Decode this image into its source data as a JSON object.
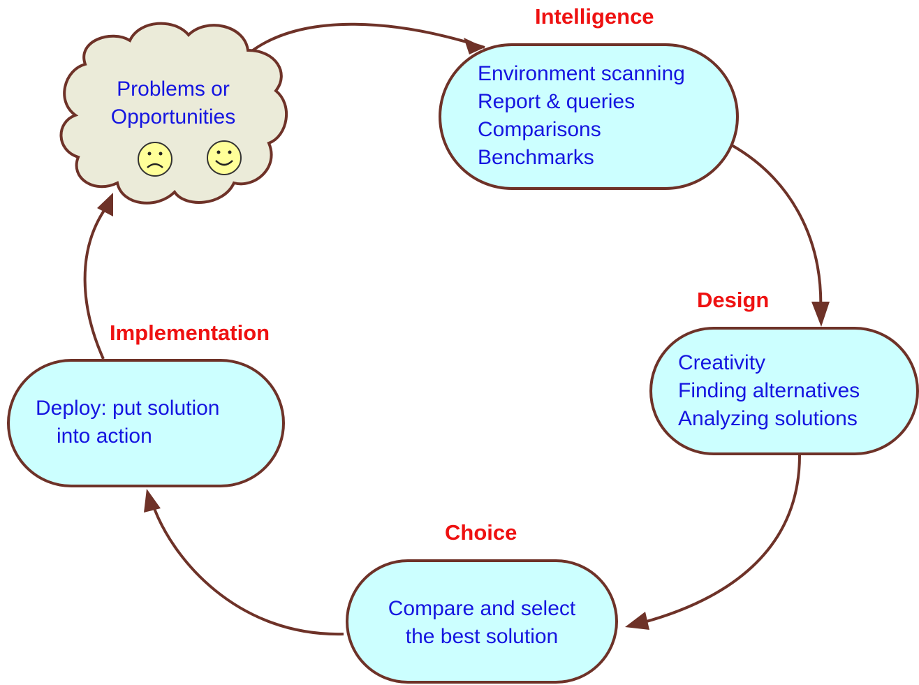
{
  "colors": {
    "title_red": "#ee1111",
    "text_blue": "#1515e0",
    "stage_fill": "#ccffff",
    "cloud_fill": "#ebebd9",
    "outline": "#6e3228",
    "arrow": "#6e3228",
    "face_fill": "#ffff99"
  },
  "cloud": {
    "line1": "Problems or",
    "line2": "Opportunities",
    "faces": [
      "frown-face-icon",
      "smile-face-icon"
    ]
  },
  "intelligence": {
    "title": "Intelligence",
    "items": [
      "Environment scanning",
      "Report & queries",
      "Comparisons",
      "Benchmarks"
    ]
  },
  "design": {
    "title": "Design",
    "items": [
      "Creativity",
      "Finding alternatives",
      "Analyzing solutions"
    ]
  },
  "choice": {
    "title": "Choice",
    "items": [
      "Compare and select",
      "the best solution"
    ]
  },
  "implementation": {
    "title": "Implementation",
    "items": [
      "Deploy: put solution",
      "into action"
    ]
  }
}
